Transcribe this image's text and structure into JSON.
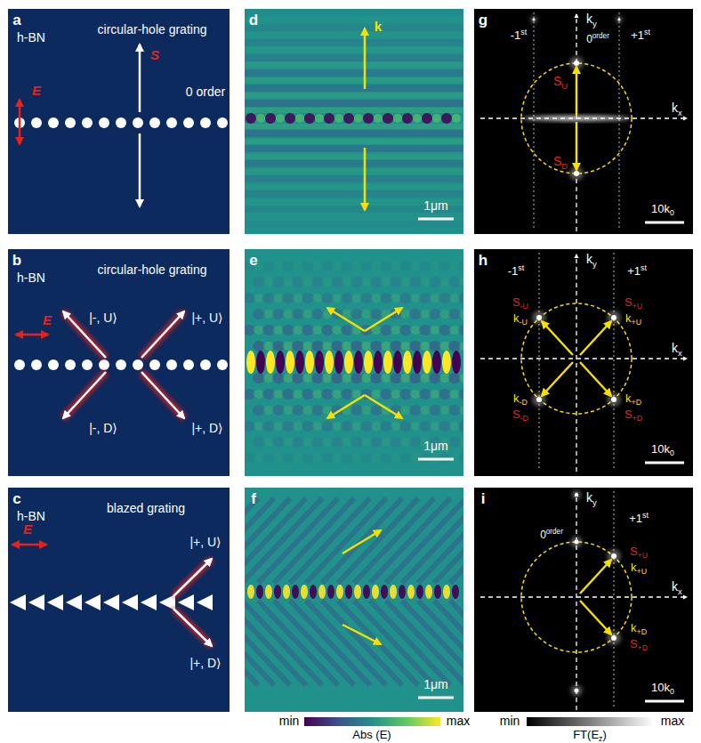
{
  "diagram": {
    "nodes": [
      {
        "text": [
          "a",
          "h-BN",
          "circular-hole grating",
          "S",
          "E",
          "0 order"
        ]
      },
      {
        "text": [
          "d",
          "k",
          "1μm"
        ]
      },
      {
        "text": [
          "g",
          "ky",
          "kx",
          "-1st",
          "0order",
          "+1st",
          "SU",
          "SD",
          "10k0"
        ]
      },
      {
        "text": [
          "b",
          "h-BN",
          "circular-hole grating",
          "|-, U⟩",
          "|+, U⟩",
          "|-, D⟩",
          "|+, D⟩",
          "E"
        ]
      },
      {
        "text": [
          "e",
          "1μm"
        ]
      },
      {
        "text": [
          "h",
          "ky",
          "kx",
          "-1st",
          "+1st",
          "S-U",
          "k-U",
          "S+U",
          "k+U",
          "k-D",
          "S-D",
          "k+D",
          "S+D",
          "10k0"
        ]
      },
      {
        "text": [
          "c",
          "h-BN",
          "blazed grating",
          "E",
          "|+, U⟩",
          "|+, D⟩"
        ]
      },
      {
        "text": [
          "f",
          "1μm"
        ]
      },
      {
        "text": [
          "i",
          "ky",
          "kx",
          "0order",
          "+1st",
          "S+U",
          "k+U",
          "k+D",
          "S+D",
          "10k0"
        ]
      }
    ],
    "labels": [
      "min",
      "max",
      "Abs (E)",
      "min",
      "max",
      "FT(Ez)"
    ]
  }
}
